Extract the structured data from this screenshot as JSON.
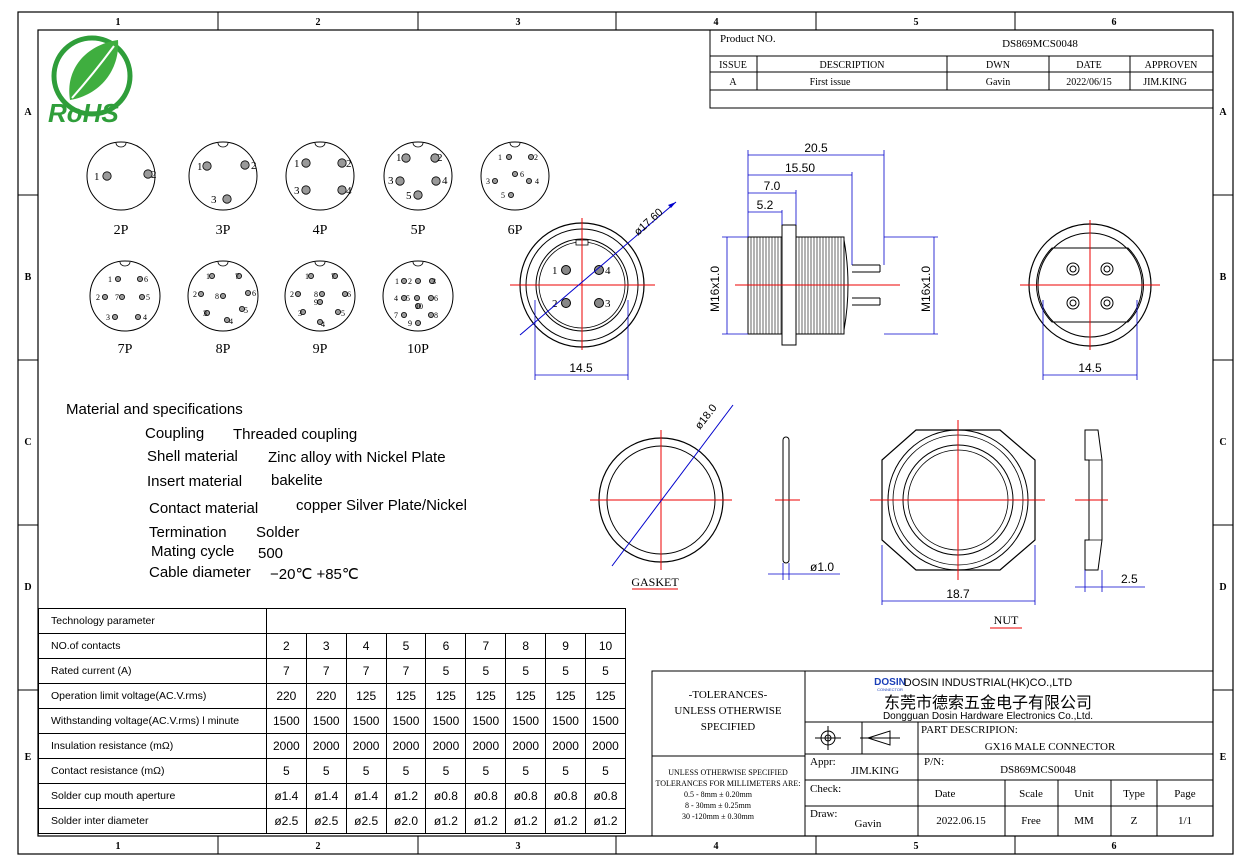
{
  "zones": {
    "columns": [
      "1",
      "2",
      "3",
      "4",
      "5",
      "6"
    ],
    "rows": [
      "A",
      "B",
      "C",
      "D",
      "E"
    ]
  },
  "rohs_logo_text": "RoHS",
  "rev_block": {
    "product_no_label": "Product NO.",
    "product_no": "DS869MCS0048",
    "headers": [
      "ISSUE",
      "DESCRIPTION",
      "DWN",
      "DATE",
      "APPROVEN"
    ],
    "row": [
      "A",
      "First issue",
      "Gavin",
      "2022/06/15",
      "JIM.KING"
    ]
  },
  "pinouts": [
    {
      "label": "2P",
      "pins": [
        "1",
        "2"
      ]
    },
    {
      "label": "3P",
      "pins": [
        "1",
        "2",
        "3"
      ]
    },
    {
      "label": "4P",
      "pins": [
        "1",
        "2",
        "3",
        "4"
      ]
    },
    {
      "label": "5P",
      "pins": [
        "1",
        "2",
        "3",
        "4",
        "5"
      ]
    },
    {
      "label": "6P",
      "pins": [
        "1",
        "2",
        "3",
        "4",
        "5",
        "6"
      ]
    },
    {
      "label": "7P",
      "pins": [
        "1",
        "2",
        "3",
        "4",
        "5",
        "6",
        "7"
      ]
    },
    {
      "label": "8P",
      "pins": [
        "1",
        "2",
        "3",
        "4",
        "5",
        "6",
        "7",
        "8"
      ]
    },
    {
      "label": "9P",
      "pins": [
        "1",
        "2",
        "3",
        "4",
        "5",
        "6",
        "7",
        "8",
        "9"
      ]
    },
    {
      "label": "10P",
      "pins": [
        "1",
        "2",
        "3",
        "4",
        "5",
        "6",
        "7",
        "8",
        "9",
        "10"
      ]
    }
  ],
  "front_view": {
    "dia": "ø17.60",
    "width": "14.5",
    "pins": [
      "1",
      "2",
      "3",
      "4"
    ]
  },
  "side_view": {
    "d1": "20.5",
    "d2": "15.50",
    "d3": "7.0",
    "d4": "5.2",
    "thread": "M16x1.0"
  },
  "rear_view": {
    "width": "14.5"
  },
  "gasket": {
    "dia": "ø18.0",
    "thick": "ø1.0",
    "label": "GASKET"
  },
  "nut": {
    "width": "18.7",
    "thick": "2.5",
    "label": "NUT"
  },
  "materials": {
    "title": "Material and specifications",
    "items": [
      {
        "k": "Coupling",
        "v": "Threaded coupling"
      },
      {
        "k": "Shell material",
        "v": "Zinc alloy with Nickel  Plate"
      },
      {
        "k": "Insert material",
        "v": "bakelite"
      },
      {
        "k": "Contact material",
        "v": "copper Silver  Plate/Nickel"
      },
      {
        "k": "Termination",
        "v": "Solder"
      },
      {
        "k": "Mating cycle",
        "v": "500"
      },
      {
        "k": "Cable diameter",
        "v": "−20℃  +85℃"
      }
    ]
  },
  "tech": {
    "title": "Technology parameter",
    "rows": [
      {
        "label": "NO.of contacts",
        "values": [
          "2",
          "3",
          "4",
          "5",
          "6",
          "7",
          "8",
          "9",
          "10"
        ]
      },
      {
        "label": "Rated current (A)",
        "values": [
          "7",
          "7",
          "7",
          "7",
          "5",
          "5",
          "5",
          "5",
          "5"
        ]
      },
      {
        "label": "Operation limit voltage(AC.V.rms)",
        "values": [
          "220",
          "220",
          "125",
          "125",
          "125",
          "125",
          "125",
          "125",
          "125"
        ]
      },
      {
        "label": "Withstanding voltage(AC.V.rms) l minute",
        "values": [
          "1500",
          "1500",
          "1500",
          "1500",
          "1500",
          "1500",
          "1500",
          "1500",
          "1500"
        ]
      },
      {
        "label": "Insulation resistance (mΩ)",
        "values": [
          "2000",
          "2000",
          "2000",
          "2000",
          "2000",
          "2000",
          "2000",
          "2000",
          "2000"
        ]
      },
      {
        "label": "Contact resistance (mΩ)",
        "values": [
          "5",
          "5",
          "5",
          "5",
          "5",
          "5",
          "5",
          "5",
          "5"
        ]
      },
      {
        "label": "Solder cup mouth aperture",
        "values": [
          "ø1.4",
          "ø1.4",
          "ø1.4",
          "ø1.2",
          "ø0.8",
          "ø0.8",
          "ø0.8",
          "ø0.8",
          "ø0.8"
        ]
      },
      {
        "label": "Solder inter diameter",
        "values": [
          "ø2.5",
          "ø2.5",
          "ø2.5",
          "ø2.0",
          "ø1.2",
          "ø1.2",
          "ø1.2",
          "ø1.2",
          "ø1.2"
        ]
      }
    ]
  },
  "title_block": {
    "tol_title": [
      "-TOLERANCES-",
      "UNLESS OTHERWISE",
      "SPECIFIED"
    ],
    "tol_detail": [
      "UNLESS OTHERWISE SPECIFIED",
      "TOLERANCES FOR MILLIMETERS ARE:",
      "0.5 - 8mm ± 0.20mm",
      "8 - 30mm ± 0.25mm",
      "30 -120mm ± 0.30mm"
    ],
    "brand": "DOSIN",
    "brand_sub": "CONNECTOR",
    "company_en": "DOSIN INDUSTRIAL(HK)CO.,LTD",
    "company_cn": "东莞市德索五金电子有限公司",
    "company_sub": "Dongguan Dosin Hardware Electronics Co.,Ltd.",
    "part_desc_label": "PART DESCRIPION:",
    "part_desc": "GX16 MALE CONNECTOR",
    "appr_label": "Appr:",
    "appr": "JIM.KING",
    "pn_label": "P/N:",
    "pn": "DS869MCS0048",
    "check_label": "Check:",
    "draw_label": "Draw:",
    "draw": "Gavin",
    "headers": [
      "Date",
      "Scale",
      "Unit",
      "Type",
      "Page"
    ],
    "values": [
      "2022.06.15",
      "Free",
      "MM",
      "Z",
      "1/1"
    ]
  }
}
